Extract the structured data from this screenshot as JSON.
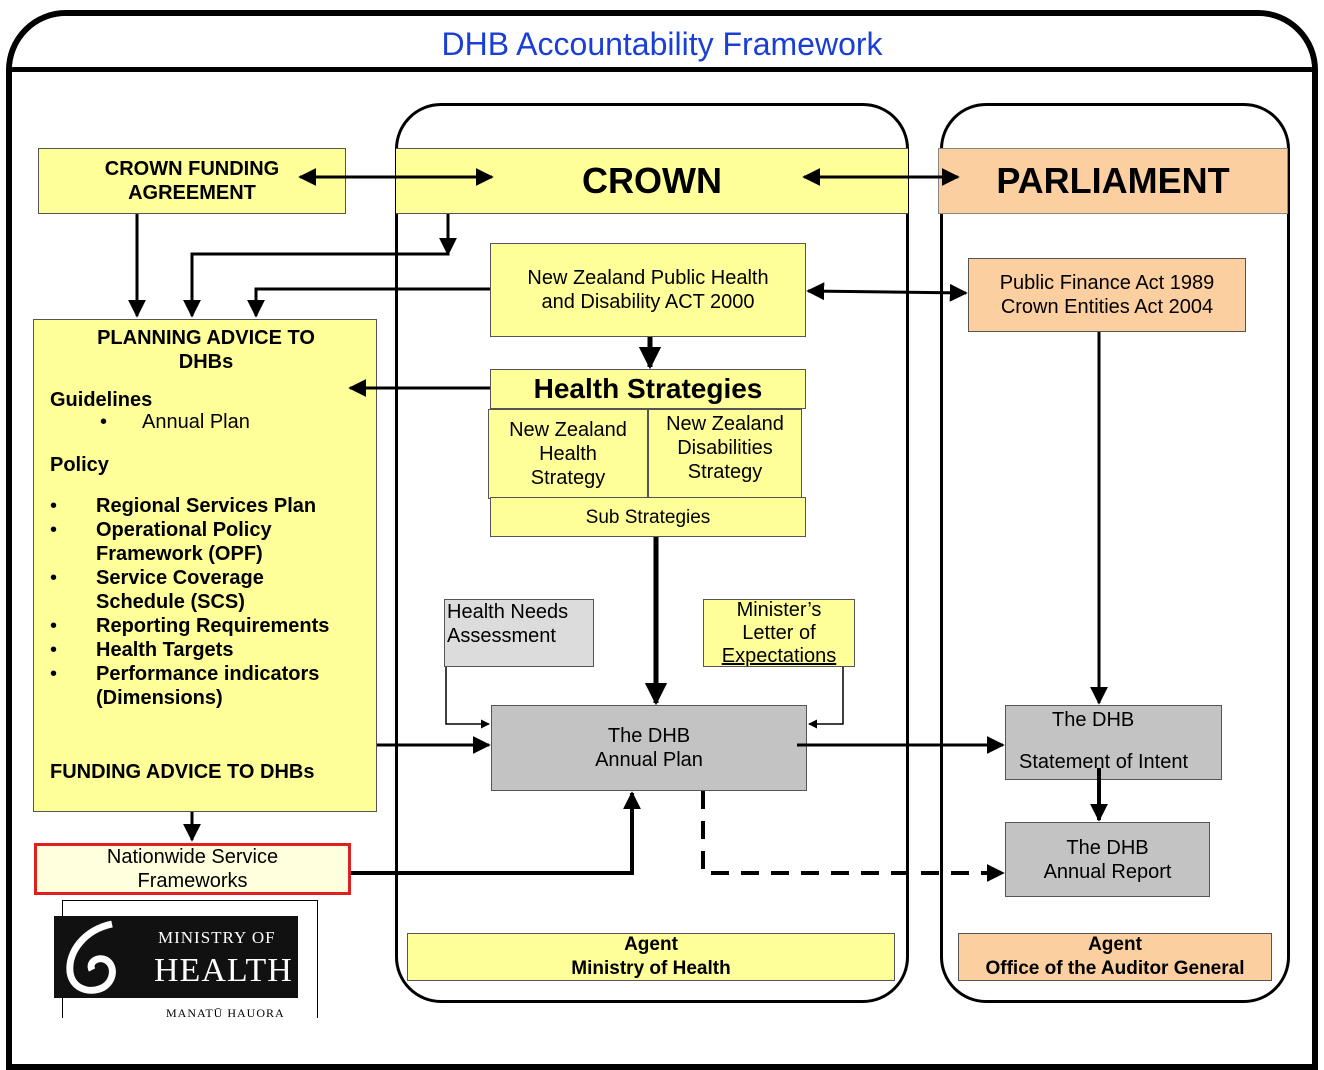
{
  "title": "DHB Accountability Framework",
  "crown": "CROWN",
  "parliament": "PARLIAMENT",
  "crown_funding": {
    "line1": "CROWN FUNDING",
    "line2": "AGREEMENT"
  },
  "nz_act": {
    "line1": "New Zealand Public Health",
    "line2": "and Disability ACT 2000"
  },
  "finance_act": {
    "line1": "Public Finance Act 1989",
    "line2": "Crown Entities Act 2004"
  },
  "health_strategies": "Health Strategies",
  "nz_health_strategy": {
    "line1": "New Zealand",
    "line2": "Health",
    "line3": "Strategy"
  },
  "nz_disabilities_strategy": {
    "line1": "New Zealand",
    "line2": "Disabilities",
    "line3": "Strategy"
  },
  "sub_strategies": "Sub Strategies",
  "planning": {
    "heading1": "PLANNING ADVICE TO",
    "heading2": "DHBs",
    "guidelines_label": "Guidelines",
    "guidelines_items": [
      "Annual Plan"
    ],
    "policy_label": "Policy",
    "policy_items": [
      "Regional Services Plan",
      "Operational Policy Framework (OPF)",
      "Service Coverage Schedule (SCS)",
      "Reporting Requirements",
      "Health Targets",
      "Performance indicators (Dimensions)"
    ],
    "funding_label": "FUNDING ADVICE TO DHBs"
  },
  "health_needs": {
    "line1": "Health Needs",
    "line2": "Assessment"
  },
  "ministers_letter": {
    "line1": "Minister’s",
    "line2": "Letter of",
    "line3": "Expectations"
  },
  "annual_plan": {
    "line1": "The DHB",
    "line2": "Annual Plan"
  },
  "statement_of_intent": {
    "line1": "The DHB",
    "line2": "Statement of Intent"
  },
  "annual_report": {
    "line1": "The DHB",
    "line2": "Annual Report"
  },
  "nationwide": {
    "line1": "Nationwide Service",
    "line2": "Frameworks"
  },
  "agent_moh": {
    "line1": "Agent",
    "line2": "Ministry of Health"
  },
  "agent_oag": {
    "line1": "Agent",
    "line2": "Office of the Auditor General"
  },
  "logo": {
    "line1": "MINISTRY OF",
    "line2": "HEALTH",
    "line3": "MANATŪ HAUORA"
  },
  "colors": {
    "title": "#1a3fd4",
    "yellow": "#ffff99",
    "orange": "#fbcf9f",
    "gray": "#c3c3c3",
    "light_gray": "#dcdcdc",
    "red_border": "#e02020"
  }
}
